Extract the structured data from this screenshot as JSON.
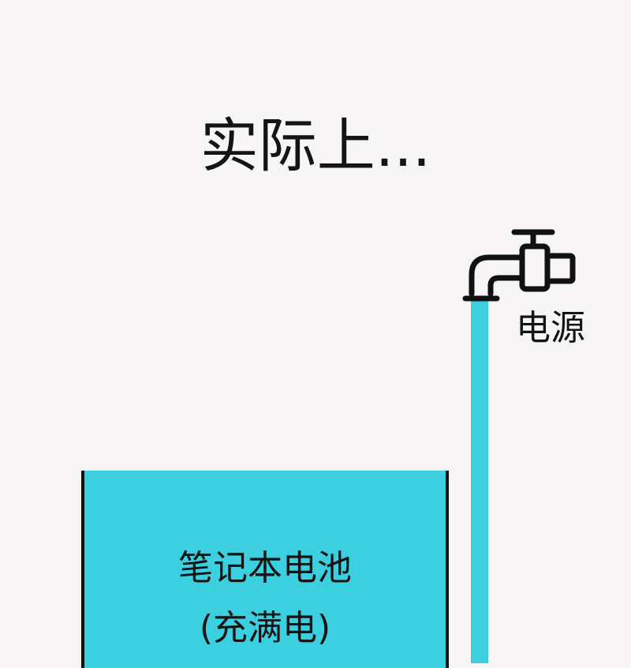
{
  "title": "实际上...",
  "source": {
    "label": "电源",
    "icon": "faucet-icon"
  },
  "battery": {
    "line1": "笔记本电池",
    "line2": "(充满电)"
  },
  "colors": {
    "water": "#3ccfdf",
    "ink": "#141414",
    "background": "#f7f5f5"
  }
}
